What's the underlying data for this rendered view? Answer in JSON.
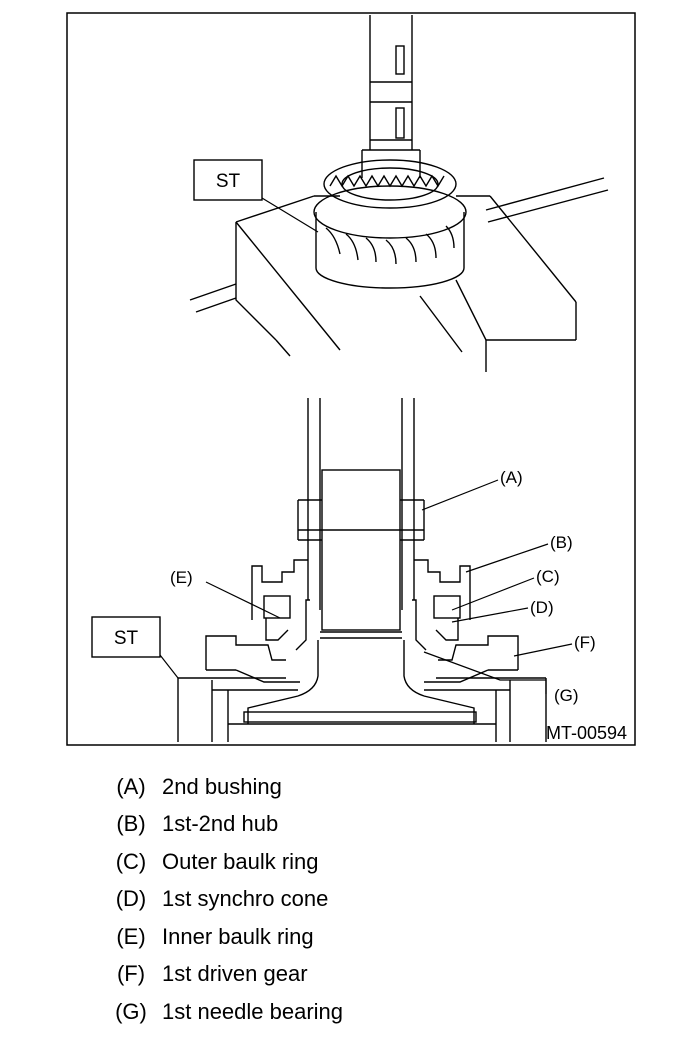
{
  "diagram": {
    "st_label_top": "ST",
    "st_label_bottom": "ST",
    "callouts": {
      "A": "(A)",
      "B": "(B)",
      "C": "(C)",
      "D": "(D)",
      "E": "(E)",
      "F": "(F)",
      "G": "(G)"
    },
    "figure_code": "MT-00594"
  },
  "legend": [
    {
      "key": "(A)",
      "text": "2nd bushing"
    },
    {
      "key": "(B)",
      "text": "1st-2nd hub"
    },
    {
      "key": "(C)",
      "text": "Outer baulk ring"
    },
    {
      "key": "(D)",
      "text": "1st synchro cone"
    },
    {
      "key": "(E)",
      "text": "Inner baulk ring"
    },
    {
      "key": "(F)",
      "text": "1st driven gear"
    },
    {
      "key": "(G)",
      "text": "1st needle bearing"
    }
  ]
}
